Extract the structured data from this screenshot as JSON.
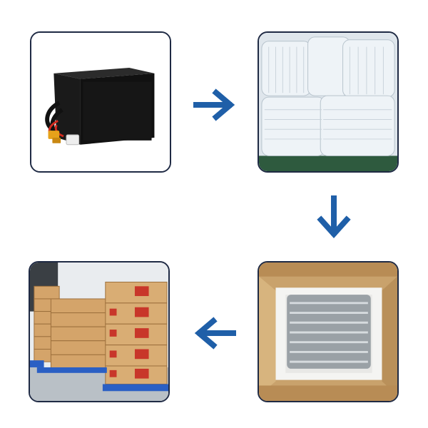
{
  "steps": [
    {
      "name": "battery-pack",
      "icon": "battery-image"
    },
    {
      "name": "air-column-bags",
      "icon": "air-bag-image"
    },
    {
      "name": "boxed-battery",
      "icon": "carton-box-image"
    },
    {
      "name": "palletized-cartons",
      "icon": "warehouse-pallet-image"
    }
  ],
  "arrows": [
    "arrow-right-icon",
    "arrow-down-icon",
    "arrow-left-icon"
  ],
  "colors": {
    "arrow": "#1f5fa8",
    "panel_border": "#1f2a44",
    "cable_red": "#d22a1e",
    "connector_yellow": "#e6a21a",
    "carton": "#d7a46a",
    "pallet": "#2a5fc4"
  }
}
